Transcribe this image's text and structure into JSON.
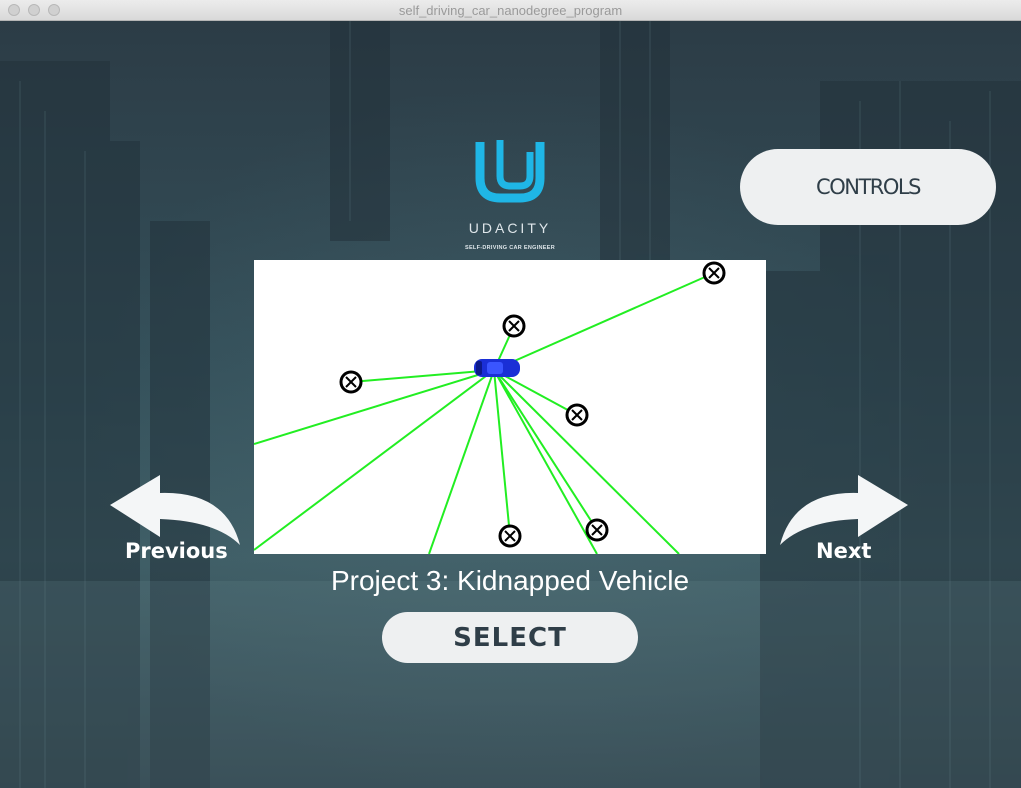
{
  "window": {
    "title": "self_driving_car_nanodegree_program"
  },
  "logo": {
    "word": "UDACITY",
    "tagline": "SELF-DRIVING CAR ENGINEER",
    "color": "#1fb6e6"
  },
  "controls": {
    "label": "CONTROLS"
  },
  "navigation": {
    "previous_label": "Previous",
    "next_label": "Next"
  },
  "project": {
    "title": "Project 3: Kidnapped Vehicle"
  },
  "select": {
    "label": "SELECT"
  },
  "preview_scene": {
    "beam_color": "#22ee22",
    "landmark_icon": "circled-x-icon",
    "vehicle_icon": "blue-car-icon",
    "vehicle_color": "#1a2fd6"
  }
}
